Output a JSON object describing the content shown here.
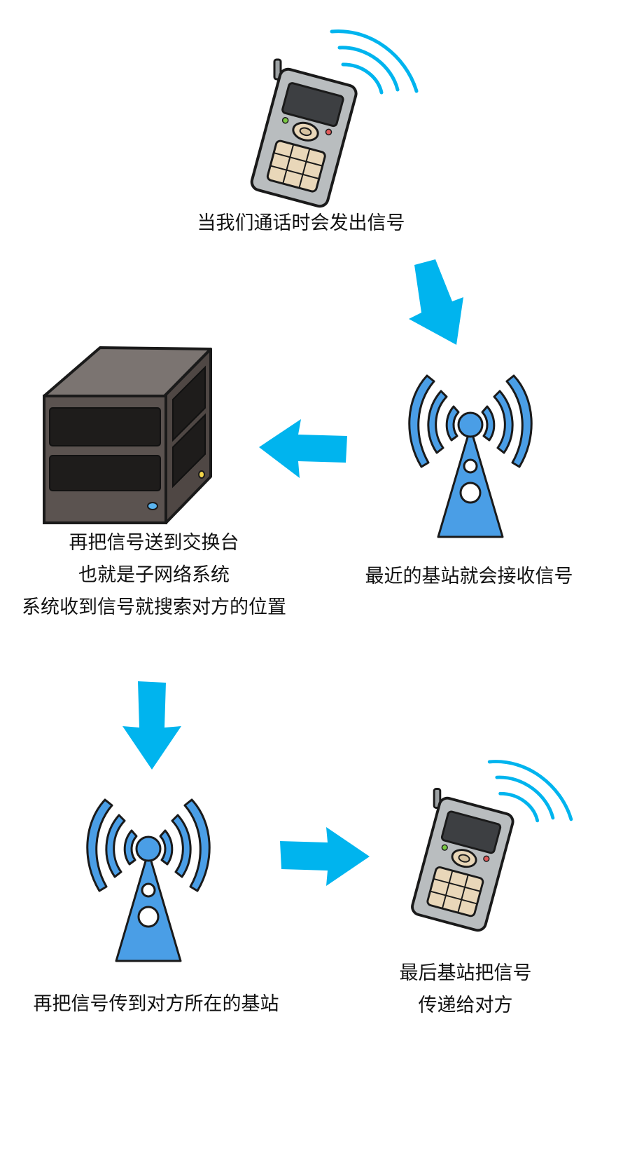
{
  "palette": {
    "arrow": "#00b4ee",
    "tower": "#4a9ee6",
    "outline": "#1a1a1a",
    "phone_body": "#b9bdbf",
    "phone_screen": "#3d3f42",
    "keypad": "#e9d7b9",
    "server_front": "#5b5350",
    "server_side": "#4f4744",
    "server_top": "#7b7471"
  },
  "icons": {
    "phone": "mobile-phone-icon",
    "tower": "cell-tower-icon",
    "server": "switch-server-icon",
    "arrow": "flow-arrow-icon"
  },
  "steps": {
    "step1": {
      "lines": [
        "当我们通话时会发出信号"
      ]
    },
    "step2": {
      "lines": [
        "最近的基站就会接收信号"
      ]
    },
    "step3": {
      "lines": [
        "再把信号送到交换台",
        "也就是子网络系统",
        "系统收到信号就搜索对方的位置"
      ]
    },
    "step4": {
      "lines": [
        "再把信号传到对方所在的基站"
      ]
    },
    "step5": {
      "lines": [
        "最后基站把信号",
        "传递给对方"
      ]
    }
  }
}
